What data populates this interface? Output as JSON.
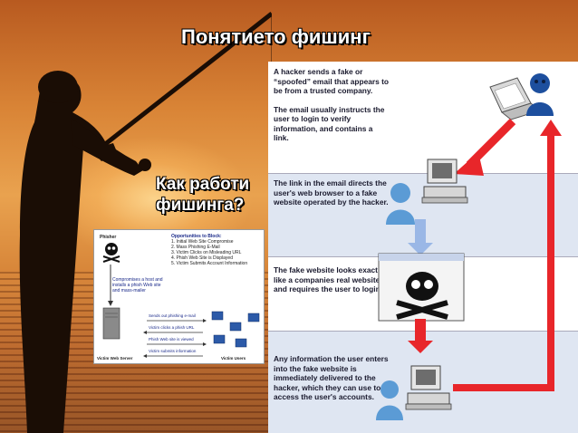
{
  "slide": {
    "title": "Понятието фишинг",
    "subtitle": "Как работи фишинга?"
  },
  "small_diagram": {
    "phisher_label": "Phisher",
    "opportunities_heading": "Opportunities to Block:",
    "opportunities": [
      "1. Initial Web Site Compromise",
      "2. Mass Phishing E-Mail",
      "3. Victim Clicks on Misleading URL",
      "4. Phish Web Site is Displayed",
      "5. Victim Submits Account Information"
    ],
    "compromise_note": "Compromises a host and installs a phish Web site and mass-mailer",
    "steps": [
      "Sends out phishing e-mail",
      "Victim clicks a phish URL",
      "Phish Web site is viewed",
      "Victim submits information"
    ],
    "server_label": "Victim Web Server",
    "users_label": "Victim Users"
  },
  "panel": {
    "step1_para1": "A hacker sends a fake or “spoofed” email that appears to be from a trusted company.",
    "step1_para2": "The email usually instructs the user to login to verify information, and contains a link.",
    "step2": "The link in the email directs the user's web browser to a fake website operated by the hacker.",
    "step3": "The fake website looks exactly like a companies real website, and requires the user to login.",
    "step4": "Any information the user enters into the fake website is immediately delivered to the hacker, which they can use to access the user's accounts."
  },
  "colors": {
    "arrow_red": "#e8262a",
    "arrow_blue": "#9ab7e6",
    "band_blue": "#dfe6f2"
  }
}
